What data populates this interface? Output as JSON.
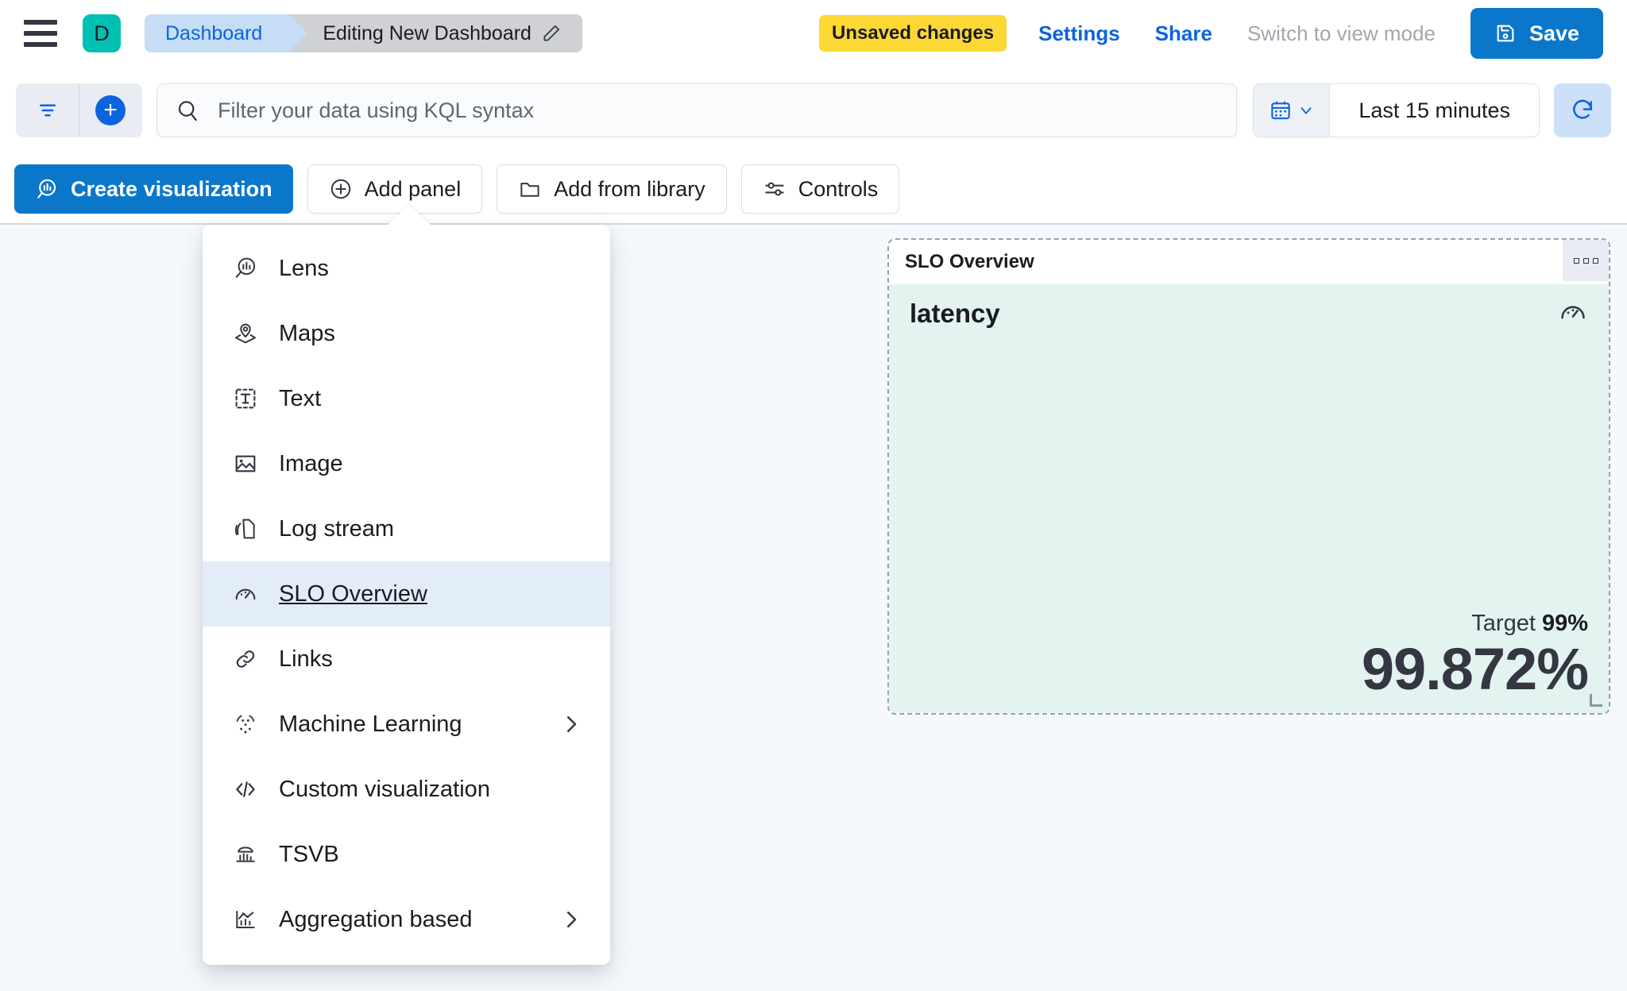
{
  "header": {
    "menu_icon": "hamburger-icon",
    "avatar_letter": "D",
    "avatar_color": "#00BFB3",
    "breadcrumbs": [
      {
        "label": "Dashboard"
      },
      {
        "label": "Editing New Dashboard"
      }
    ],
    "edit_icon": "pencil-icon",
    "unsaved_badge": "Unsaved changes",
    "unsaved_badge_color": "#FDD835",
    "settings_label": "Settings",
    "share_label": "Share",
    "view_mode_label": "Switch to view mode",
    "save_label": "Save",
    "save_icon": "save-disk-icon",
    "link_color": "#0B64DD",
    "primary_color": "#0B77CB"
  },
  "query_bar": {
    "filter_icon": "filter-icon",
    "add_filter_icon": "plus-icon",
    "search_icon": "search-icon",
    "search_placeholder": "Filter your data using KQL syntax",
    "search_value": "",
    "calendar_icon": "calendar-icon",
    "chevron_icon": "chevron-down-icon",
    "time_range": "Last 15 minutes",
    "refresh_icon": "refresh-icon"
  },
  "action_bar": {
    "buttons": [
      {
        "label": "Create visualization",
        "icon": "lens-icon",
        "style": "primary"
      },
      {
        "label": "Add panel",
        "icon": "plus-circle-icon",
        "style": "ghost"
      },
      {
        "label": "Add from library",
        "icon": "folder-icon",
        "style": "ghost"
      },
      {
        "label": "Controls",
        "icon": "controls-icon",
        "style": "ghost"
      }
    ]
  },
  "add_panel_menu": {
    "items": [
      {
        "label": "Lens",
        "icon": "lens-icon",
        "selected": false,
        "has_submenu": false
      },
      {
        "label": "Maps",
        "icon": "map-marker-icon",
        "selected": false,
        "has_submenu": false
      },
      {
        "label": "Text",
        "icon": "text-box-icon",
        "selected": false,
        "has_submenu": false
      },
      {
        "label": "Image",
        "icon": "image-icon",
        "selected": false,
        "has_submenu": false
      },
      {
        "label": "Log stream",
        "icon": "log-stream-icon",
        "selected": false,
        "has_submenu": false
      },
      {
        "label": "SLO Overview",
        "icon": "gauge-icon",
        "selected": true,
        "has_submenu": false
      },
      {
        "label": "Links",
        "icon": "link-icon",
        "selected": false,
        "has_submenu": false
      },
      {
        "label": "Machine Learning",
        "icon": "machine-learning-icon",
        "selected": false,
        "has_submenu": true
      },
      {
        "label": "Custom visualization",
        "icon": "code-icon",
        "selected": false,
        "has_submenu": false
      },
      {
        "label": "TSVB",
        "icon": "tsvb-icon",
        "selected": false,
        "has_submenu": false
      },
      {
        "label": "Aggregation based",
        "icon": "aggregation-icon",
        "selected": false,
        "has_submenu": true
      }
    ]
  },
  "slo_panel": {
    "title": "SLO Overview",
    "context_menu_icon": "grip-menu-icon",
    "slo_name": "latency",
    "gauge_icon": "gauge-icon",
    "target_label": "Target",
    "target_value": "99%",
    "current_value": "99.872%",
    "background_color": "#E3F3F0",
    "resize_handle": "resize-handle-icon"
  }
}
